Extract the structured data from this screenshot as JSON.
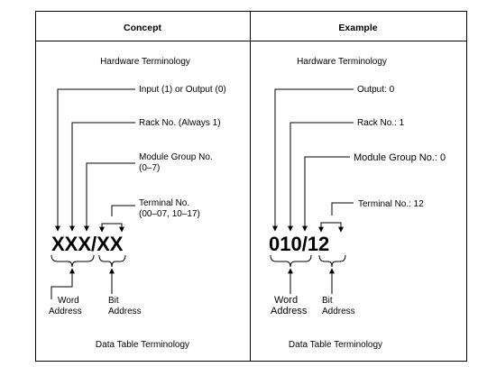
{
  "concept": {
    "header": "Concept",
    "hardware_title": "Hardware Terminology",
    "labels": {
      "io": "Input (1) or Output (0)",
      "rack": "Rack No. (Always 1)",
      "module_line1": "Module Group No.",
      "module_line2": "(0–7)",
      "terminal_line1": "Terminal No.",
      "terminal_line2": "(00–07, 10–17)"
    },
    "address": "XXX/XX",
    "word_line1": "Word",
    "word_line2": "Address",
    "bit_line1": "Bit",
    "bit_line2": "Address",
    "data_table_title": "Data Table Terminology"
  },
  "example": {
    "header": "Example",
    "hardware_title": "Hardware Terminology",
    "labels": {
      "io": "Output: 0",
      "rack": "Rack No.: 1",
      "module": "Module Group No.: 0",
      "terminal": "Terminal No.: 12"
    },
    "address": "010/12",
    "word_line1": "Word",
    "word_line2": "Address",
    "bit_line1": "Bit",
    "bit_line2": "Address",
    "data_table_title": "Data Table Terminology"
  }
}
